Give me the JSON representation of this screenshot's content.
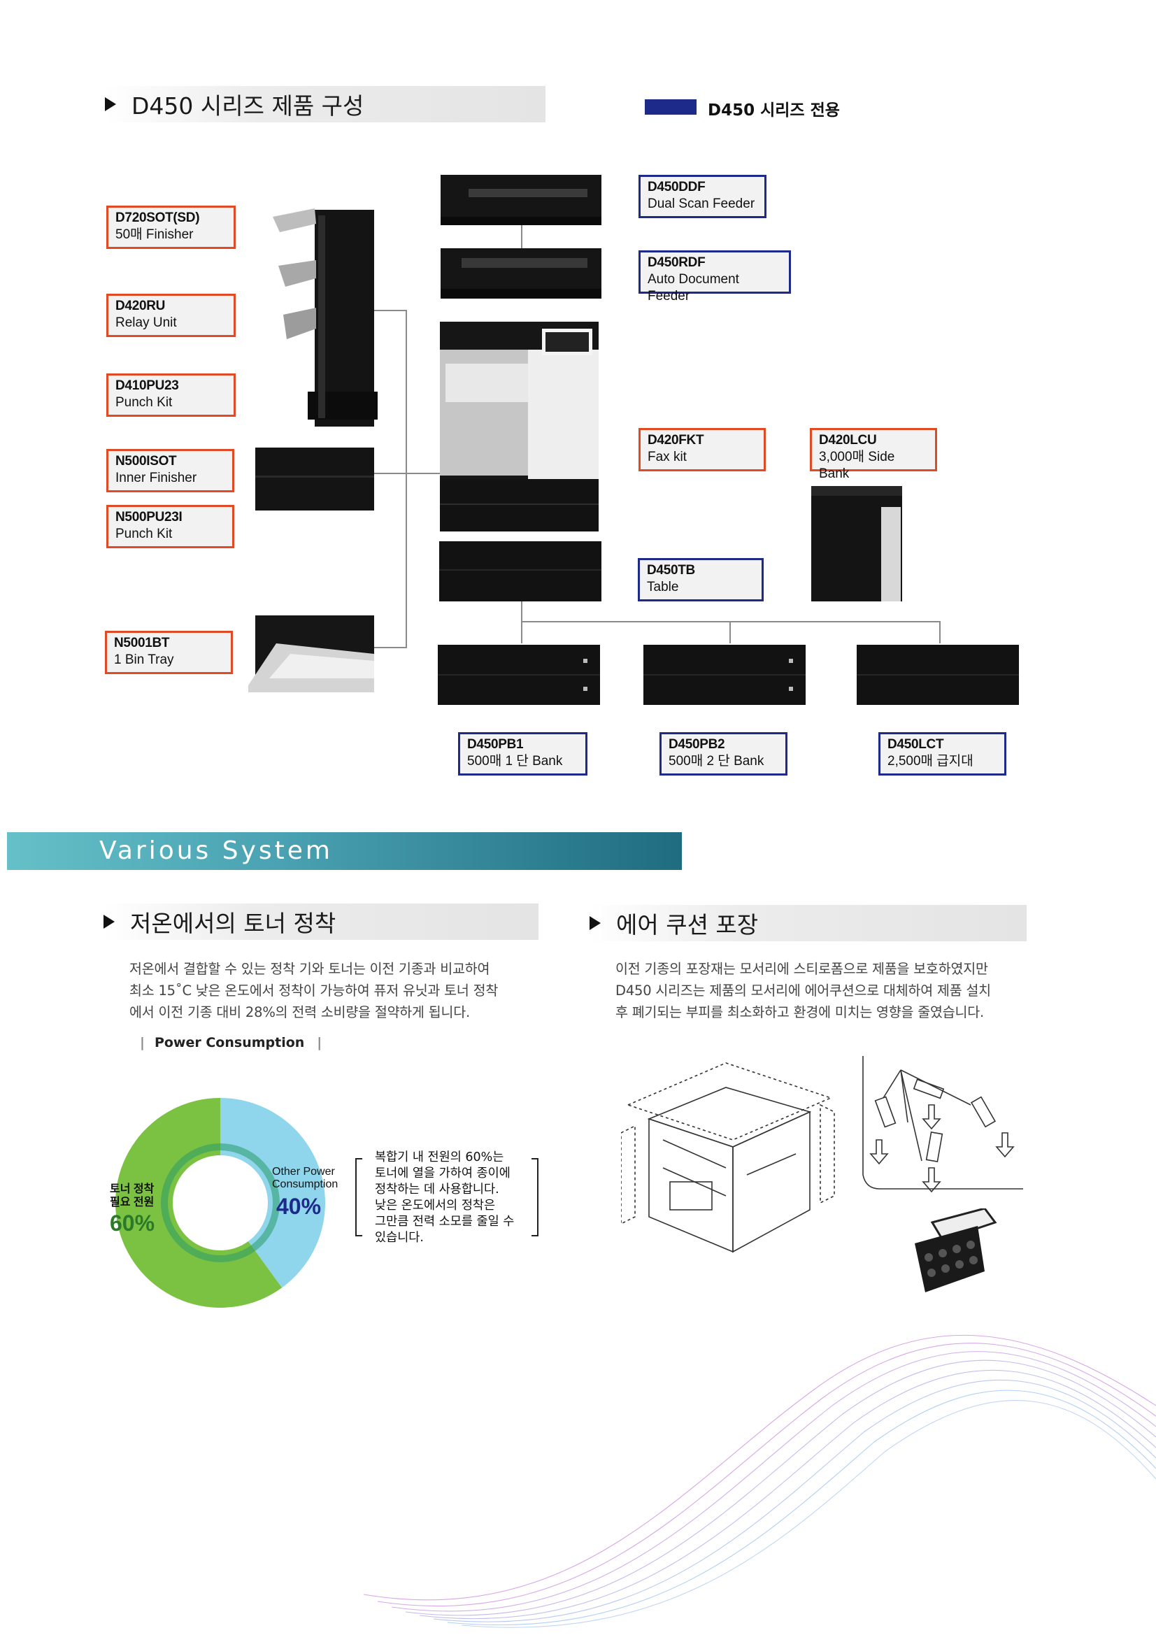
{
  "composition": {
    "heading": "D450 시리즈 제품 구성",
    "legend_label": "D450 시리즈 전용",
    "legend_color": "#1d2a8a"
  },
  "options_left": [
    {
      "code": "D720SOT(SD)",
      "desc": "50매 Finisher"
    },
    {
      "code": "D420RU",
      "desc": "Relay Unit"
    },
    {
      "code": "D410PU23",
      "desc": "Punch Kit"
    },
    {
      "code": "N500ISOT",
      "desc": "Inner Finisher"
    },
    {
      "code": "N500PU23I",
      "desc": "Punch Kit"
    },
    {
      "code": "N5001BT",
      "desc": "1 Bin Tray"
    }
  ],
  "options_right": [
    {
      "code": "D450DDF",
      "desc": "Dual Scan Feeder"
    },
    {
      "code": "D450RDF",
      "desc": "Auto Document Feeder"
    },
    {
      "code": "D420FKT",
      "desc": "Fax kit"
    },
    {
      "code": "D420LCU",
      "desc": "3,000매 Side Bank"
    },
    {
      "code": "D450TB",
      "desc": "Table"
    }
  ],
  "options_bottom": [
    {
      "code": "D450PB1",
      "desc": "500매 1 단 Bank"
    },
    {
      "code": "D450PB2",
      "desc": "500매 2 단 Bank"
    },
    {
      "code": "D450LCT",
      "desc": "2,500매 급지대"
    }
  ],
  "banner": "Various System",
  "toner": {
    "heading": "저온에서의 토너 정착",
    "body": [
      "저온에서 결합할 수 있는 정착 기와 토너는 이전 기종과 비교하여",
      "최소 15˚C 낮은 온도에서 정착이 가능하여 퓨저 유닛과 토너 정착",
      "에서 이전 기종 대비 28%의 전력 소비량을 절약하게 됩니다."
    ],
    "chart_caption": "Power Consumption",
    "callout": [
      "복합기 내 전원의 60%는",
      "토너에 열을 가하여 종이에",
      "정착하는 데 사용합니다.",
      "낮은 온도에서의 정착은",
      "그만큼 전력 소모를 줄일 수",
      "있습니다."
    ]
  },
  "chart_data": {
    "type": "pie",
    "title": "Power Consumption",
    "slices": [
      {
        "label_lines": [
          "토너 정착",
          "필요 전원"
        ],
        "value": 60,
        "value_label": "60%",
        "color": "#7cc242"
      },
      {
        "label_lines": [
          "Other Power",
          "Consumption"
        ],
        "value": 40,
        "value_label": "40%",
        "color": "#8fd6ec"
      }
    ]
  },
  "air": {
    "heading": "에어 쿠션 포장",
    "body": [
      "이전 기종의 포장재는 모서리에 스티로폼으로 제품을 보호하였지만",
      "D450 시리즈는 제품의 모서리에 에어쿠션으로 대체하여 제품 설치",
      "후 폐기되는 부피를 최소화하고 환경에 미치는 영향을 줄였습니다."
    ]
  }
}
